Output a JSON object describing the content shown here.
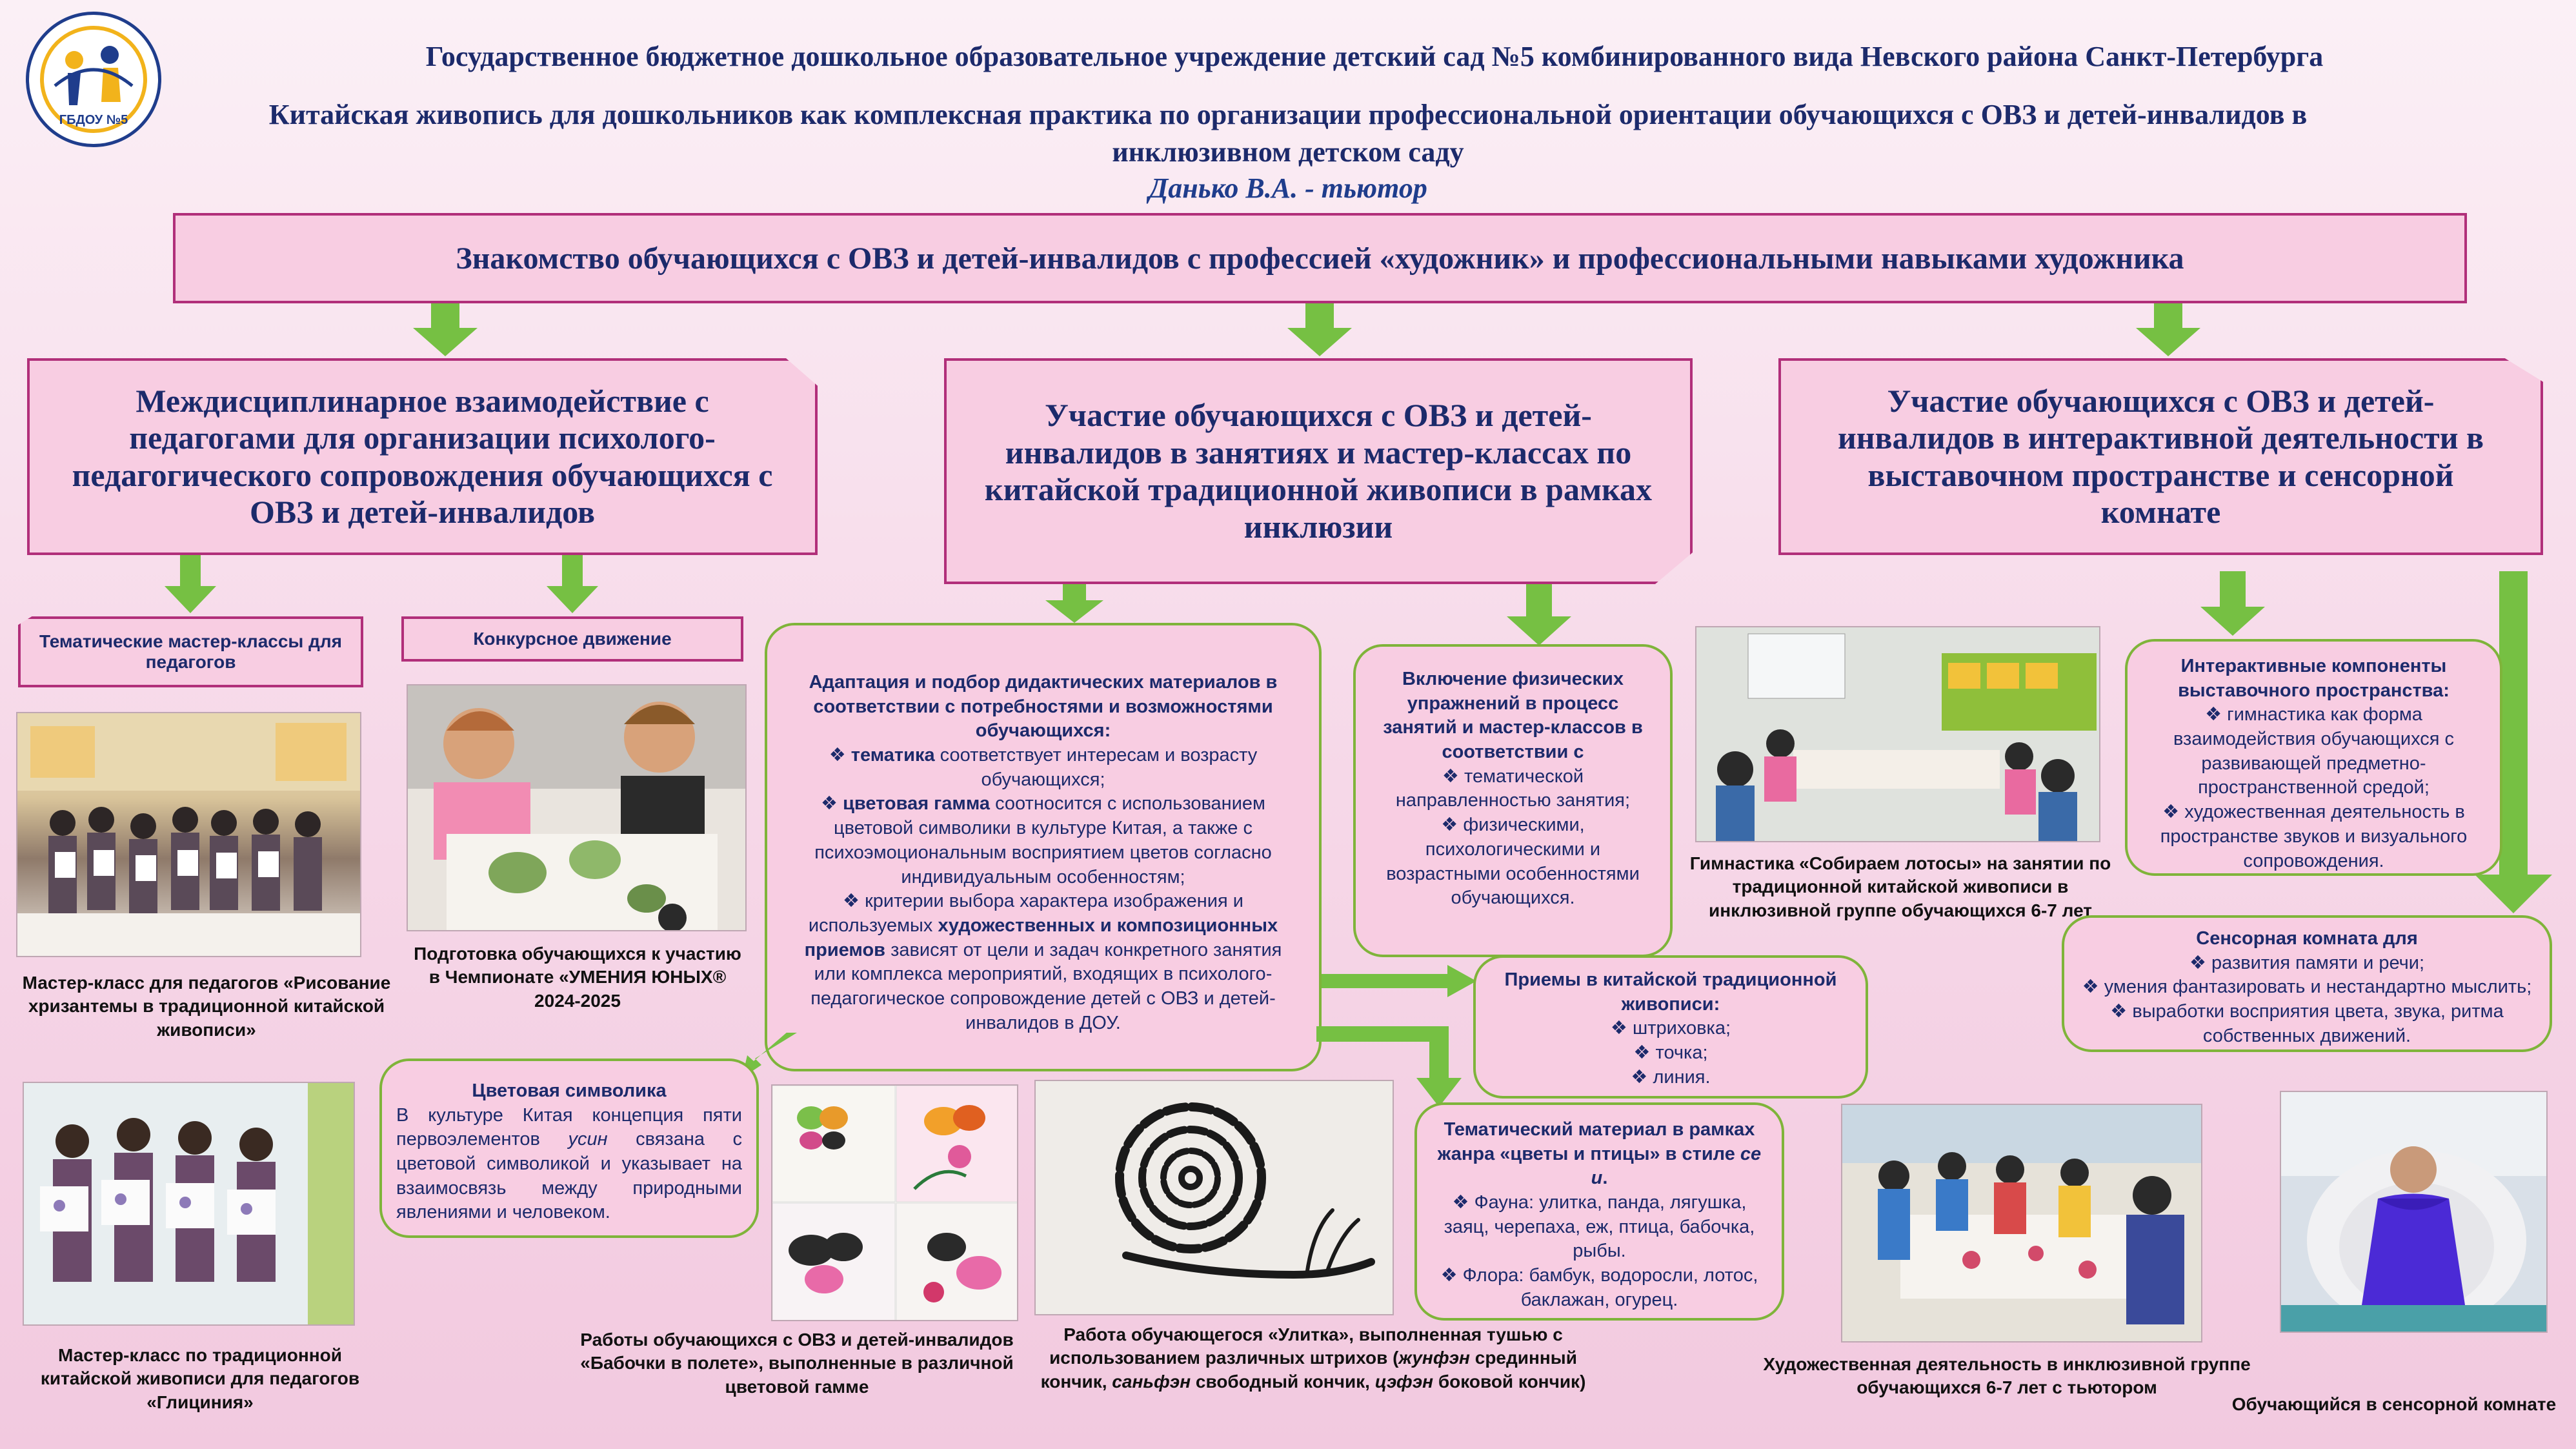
{
  "header": {
    "logo_text": "ГБДОУ №5",
    "institution": "Государственное бюджетное дошкольное образовательное учреждение детский сад №5 комбинированного вида Невского района Санкт-Петербурга",
    "title_line1": "Китайская живопись для дошкольников как комплексная практика по организации профессиональной ориентации обучающихся с ОВЗ и детей-инвалидов в",
    "title_line2": "инклюзивном детском саду",
    "author": "Данько В.А. - тьютор"
  },
  "main_box": "Знакомство обучающихся с ОВЗ и детей-инвалидов с профессией «художник» и профессиональными навыками художника",
  "columns": {
    "left": "Междисциплинарное взаимодействие с педагогами для организации психолого-педагогического сопровождения обучающихся с ОВЗ и детей-инвалидов",
    "center": "Участие обучающихся с ОВЗ и детей-инвалидов в занятиях и мастер-классах по китайской традиционной живописи в рамках инклюзии",
    "right": "Участие обучающихся с ОВЗ и детей-инвалидов в интерактивной деятельности в выставочном пространстве и сенсорной комнате"
  },
  "sub_left": {
    "masterclass": "Тематические мастер-классы для педагогов",
    "contest": "Конкурсное движение"
  },
  "adaptation": {
    "title": "Адаптация и подбор дидактических материалов в соответствии с потребностями и возможностями обучающихся:",
    "theme_bold": "тематика",
    "theme_rest": " соответствует интересам и возрасту обучающихся;",
    "color_bold": "цветовая гамма",
    "color_rest": " соотносится с использованием цветовой символики в культуре Китая, а также с психоэмоциональным восприятием цветов согласно индивидуальным особенностям;",
    "criteria_a": "критерии выбора характера изображения и используемых ",
    "criteria_bold": "художественных и композиционных приемов",
    "criteria_b": " зависят от цели и задач конкретного занятия или комплекса мероприятий, входящих в психолого-педагогическое сопровождение детей с ОВЗ и детей-инвалидов в ДОУ."
  },
  "physical": {
    "title": "Включение физических упражнений в процесс занятий и мастер-классов в соответствии с",
    "item1": "тематической направленностью занятия;",
    "item2": "физическими, психологическими и возрастными особенностями обучающихся."
  },
  "techniques": {
    "title": "Приемы в китайской традиционной живописи:",
    "item1": "штриховка;",
    "item2": "точка;",
    "item3": "линия."
  },
  "color_symbol": {
    "title": "Цветовая символика",
    "text_a": "В культуре Китая концепция пяти первоэлементов ",
    "text_italic": "усин",
    "text_b": " связана с цветовой символикой и указывает на взаимосвязь между природными явлениями и человеком."
  },
  "thematic": {
    "title_a": "Тематический материал в рамках жанра «цветы и птицы» в стиле ",
    "title_italic": "се и",
    "title_b": ".",
    "fauna": "Фауна: улитка, панда, лягушка, заяц, черепаха, еж, птица, бабочка, рыбы.",
    "flora": "Флора: бамбук, водоросли, лотос, баклажан, огурец."
  },
  "interactive": {
    "title": "Интерактивные компоненты выставочного пространства:",
    "item1": "гимнастика как форма взаимодействия обучающихся с развивающей предметно-пространственной средой;",
    "item2": "художественная деятельность в пространстве звуков и визуального сопровождения."
  },
  "sensory": {
    "title": "Сенсорная комната для",
    "item1": "развития памяти и речи;",
    "item2": "умения фантазировать и нестандартно мыслить;",
    "item3": "выработки восприятия цвета, звука, ритма собственных движений."
  },
  "captions": {
    "chrysanthemum": "Мастер-класс для педагогов «Рисование хризантемы в традиционной китайской живописи»",
    "championship": "Подготовка обучающихся к участию в Чемпионате «УМЕНИЯ ЮНЫХ® 2024-2025",
    "wisteria": "Мастер-класс по традиционной китайской живописи для педагогов «Глициния»",
    "butterflies": "Работы обучающихся с ОВЗ и детей-инвалидов «Бабочки в полете», выполненные в различной цветовой гамме",
    "snail_a": "Работа обучающегося «Улитка», выполненная тушью с использованием различных штрихов (",
    "snail_i1": "жунфэн",
    "snail_b": " срединный кончик, ",
    "snail_i2": "саньфэн",
    "snail_c": " свободный кончик, ",
    "snail_i3": "цэфэн",
    "snail_d": " боковой кончик)",
    "lotus": "Гимнастика «Собираем лотосы» на занятии по традиционной китайской живописи в инклюзивной группе обучающихся 6-7 лет",
    "inclusive_art": "Художественная деятельность в инклюзивной группе обучающихся 6-7 лет с тьютором",
    "sensory_room": "Обучающийся в сенсорной комнате"
  },
  "colors": {
    "accent_pink": "#b12f7a",
    "box_fill": "#f8cde2",
    "arrow_green": "#76c043",
    "text_navy": "#1c2a6b"
  }
}
